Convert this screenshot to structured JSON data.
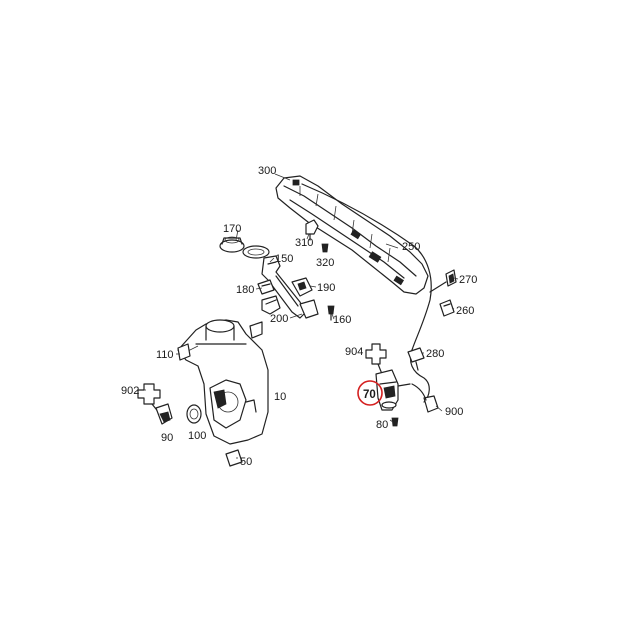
{
  "diagram": {
    "highlight_color": "#d42020",
    "line_color": "#222222",
    "background": "#ffffff",
    "parts": [
      {
        "id": "p300",
        "label": "300"
      },
      {
        "id": "p310",
        "label": "310"
      },
      {
        "id": "p320",
        "label": "320"
      },
      {
        "id": "p250",
        "label": "250"
      },
      {
        "id": "p270",
        "label": "270"
      },
      {
        "id": "p260",
        "label": "260"
      },
      {
        "id": "p170",
        "label": "170"
      },
      {
        "id": "p150",
        "label": "150"
      },
      {
        "id": "p180",
        "label": "180"
      },
      {
        "id": "p190",
        "label": "190"
      },
      {
        "id": "p200",
        "label": "200"
      },
      {
        "id": "p160",
        "label": "160"
      },
      {
        "id": "p110",
        "label": "110"
      },
      {
        "id": "p10",
        "label": "10"
      },
      {
        "id": "p902",
        "label": "902"
      },
      {
        "id": "p90",
        "label": "90"
      },
      {
        "id": "p100",
        "label": "100"
      },
      {
        "id": "p50",
        "label": "50"
      },
      {
        "id": "p904",
        "label": "904"
      },
      {
        "id": "p280",
        "label": "280"
      },
      {
        "id": "p70",
        "label": "70",
        "highlighted": true
      },
      {
        "id": "p80",
        "label": "80"
      },
      {
        "id": "p900",
        "label": "900"
      }
    ]
  }
}
